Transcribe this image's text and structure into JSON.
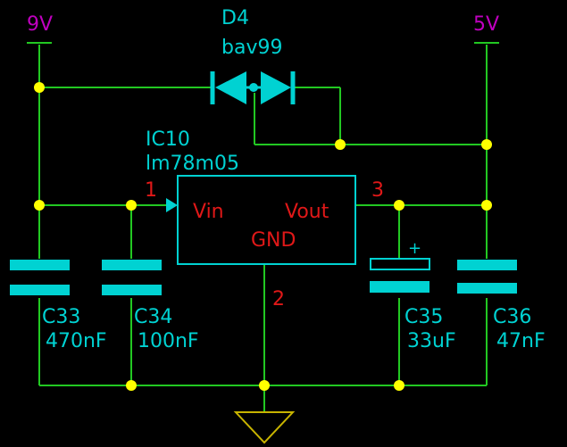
{
  "colors": {
    "background": "#000000",
    "wire": "#22c822",
    "component": "#00d2d2",
    "junction": "#ffff00",
    "power_label": "#c000c0",
    "pin_number": "#e01818",
    "ground_symbol": "#c8b400"
  },
  "rails": {
    "left": {
      "label": "9V"
    },
    "right": {
      "label": "5V"
    }
  },
  "diode": {
    "ref": "D4",
    "value": "bav99"
  },
  "regulator": {
    "ref": "IC10",
    "value": "lm78m05",
    "pin_in_label": "Vin",
    "pin_out_label": "Vout",
    "pin_gnd_label": "GND",
    "pin_in_number": "1",
    "pin_out_number": "3",
    "pin_gnd_number": "2"
  },
  "capacitors": [
    {
      "ref": "C33",
      "value": "470nF",
      "polarized": false
    },
    {
      "ref": "C34",
      "value": "100nF",
      "polarized": false
    },
    {
      "ref": "C35",
      "value": "33uF",
      "polarized": true,
      "polarity_mark": "+"
    },
    {
      "ref": "C36",
      "value": "47nF",
      "polarized": false
    }
  ],
  "ground": {
    "icon": "ground-icon"
  }
}
